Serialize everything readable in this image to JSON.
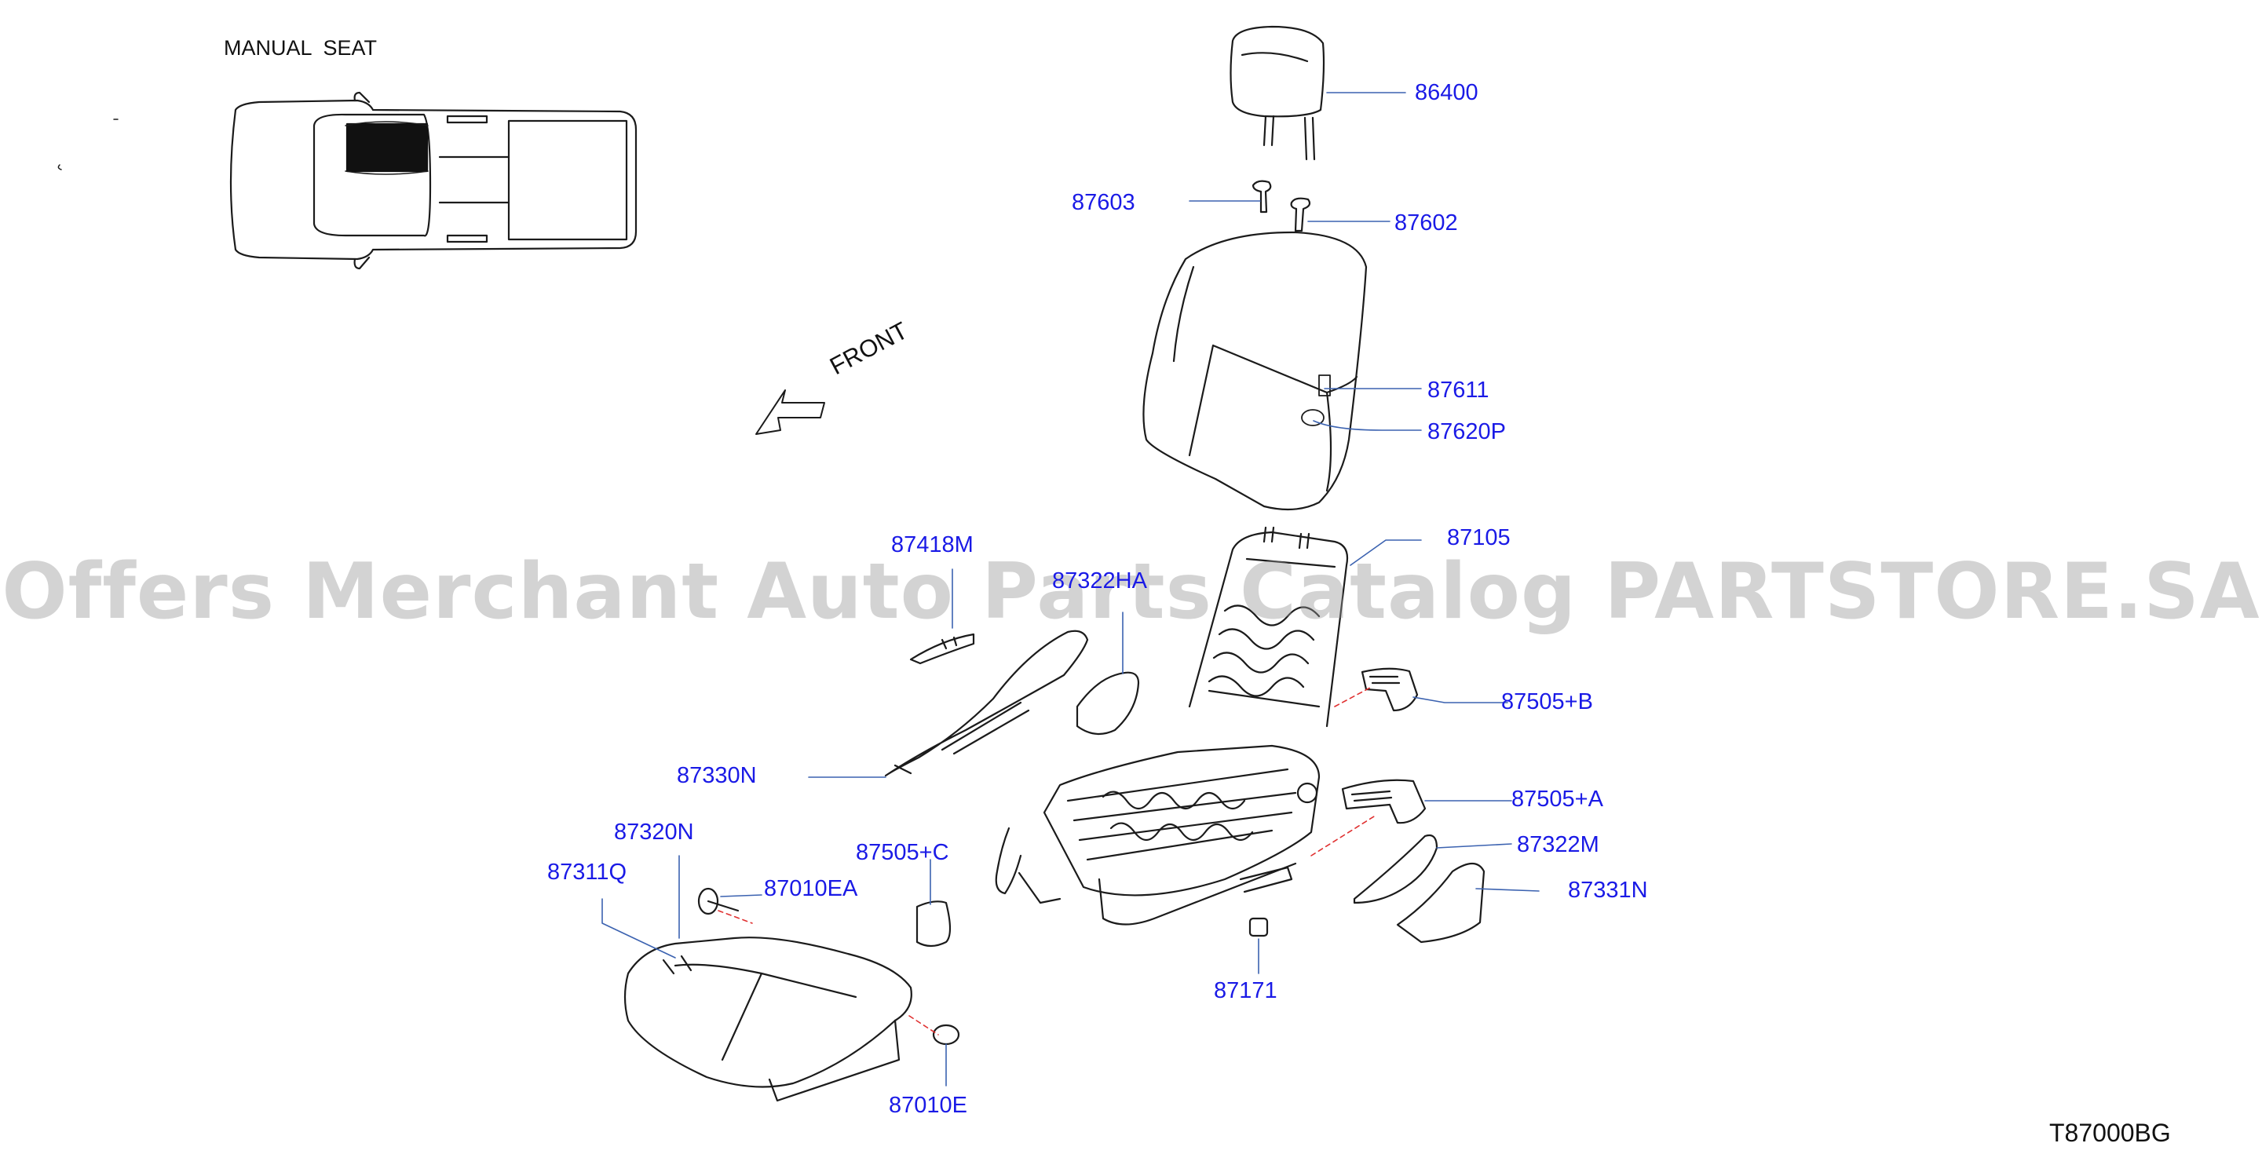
{
  "header": {
    "title": "MANUAL  SEAT"
  },
  "direction_label": "FRONT",
  "diagram_code": "T87000BG",
  "watermark": "Offers Merchant Auto Parts Catalog PARTSTORE.SA",
  "parts": [
    {
      "id": "86400",
      "label": "86400"
    },
    {
      "id": "87603",
      "label": "87603"
    },
    {
      "id": "87602",
      "label": "87602"
    },
    {
      "id": "87611",
      "label": "87611"
    },
    {
      "id": "87620P",
      "label": "87620P"
    },
    {
      "id": "87105",
      "label": "87105"
    },
    {
      "id": "87418M",
      "label": "87418M"
    },
    {
      "id": "87322HA",
      "label": "87322HA"
    },
    {
      "id": "87505B",
      "label": "87505+B"
    },
    {
      "id": "87330N",
      "label": "87330N"
    },
    {
      "id": "87505A",
      "label": "87505+A"
    },
    {
      "id": "87320N",
      "label": "87320N"
    },
    {
      "id": "87505C",
      "label": "87505+C"
    },
    {
      "id": "87322M",
      "label": "87322M"
    },
    {
      "id": "87311Q",
      "label": "87311Q"
    },
    {
      "id": "87010EA",
      "label": "87010EA"
    },
    {
      "id": "87331N",
      "label": "87331N"
    },
    {
      "id": "87171",
      "label": "87171"
    },
    {
      "id": "87010E",
      "label": "87010E"
    }
  ],
  "colors": {
    "callout": "#1a1ae6",
    "line": "#1b1b1b",
    "leader": "#3b62b0",
    "hidden_line": "#e03030",
    "watermark": "#9a9a9a"
  }
}
